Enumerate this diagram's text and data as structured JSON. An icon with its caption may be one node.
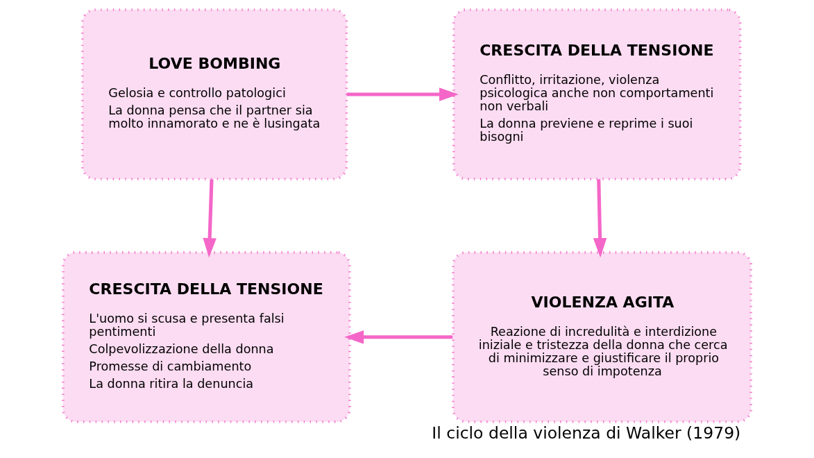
{
  "diagram": {
    "caption": "Il ciclo della violenza di Walker (1979)",
    "nodes": [
      {
        "text": [
          "LOVE BOMBING",
          "Gelosia e controllo patologici",
          "La donna pensa che il partner sia molto innamorato e ne è lusingata"
        ]
      },
      {
        "text": [
          "CRESCITA DELLA TENSIONE",
          "Conflitto, irritazione, violenza psicologica anche non comportamenti non verbali",
          "La donna previene e reprime i suoi bisogni"
        ]
      },
      {
        "text": [
          "CRESCITA DELLA TENSIONE",
          "L'uomo si scusa e presenta falsi pentimenti",
          "Colpevolizzazione della donna",
          "Promesse di cambiamento",
          "La donna ritira la denuncia"
        ]
      },
      {
        "text": [
          "VIOLENZA AGITA",
          "Reazione di incredulità e interdizione iniziale e tristezza della donna che cerca di minimizzare e giustificare il proprio senso di impotenza"
        ]
      }
    ],
    "edges": [
      {
        "from": 0,
        "to": 1,
        "arrow": "to"
      },
      {
        "from": 1,
        "to": 3,
        "arrow": "to"
      },
      {
        "from": 3,
        "to": 2,
        "arrow": "to"
      },
      {
        "from": 0,
        "to": 2,
        "arrow": "to"
      }
    ]
  }
}
